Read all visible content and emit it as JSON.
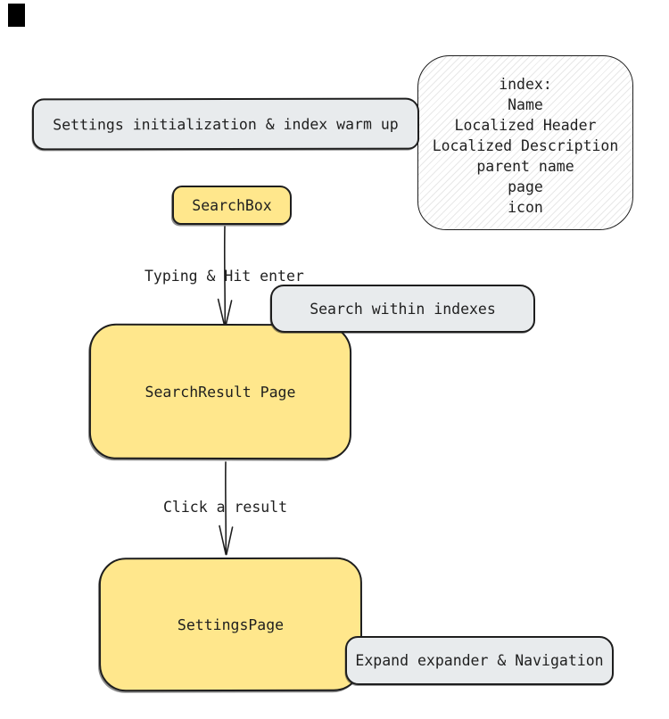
{
  "title": "Settings search flow diagram",
  "colors": {
    "yellow_fill": "#ffe78c",
    "gray_fill": "#e8ebed",
    "stroke": "#1e1e1e",
    "text": "#1f1f1f",
    "hatch_line": "#d6d6d6",
    "corner_mark": "#000000",
    "background": "#ffffff"
  },
  "nodes": {
    "settings_init": {
      "label": "Settings initialization & index warm up"
    },
    "index_note": {
      "lines": [
        "index:",
        "Name",
        "Localized Header",
        "Localized Description",
        "parent name",
        "page",
        "icon"
      ]
    },
    "search_box": {
      "label": "SearchBox"
    },
    "search_within": {
      "label": "Search within indexes"
    },
    "search_result": {
      "label": "SearchResult Page"
    },
    "settings_page": {
      "label": "SettingsPage"
    },
    "expand_nav": {
      "label": "Expand expander & Navigation"
    }
  },
  "edges": {
    "typing": {
      "label": "Typing & Hit enter"
    },
    "click": {
      "label": "Click a result"
    }
  }
}
